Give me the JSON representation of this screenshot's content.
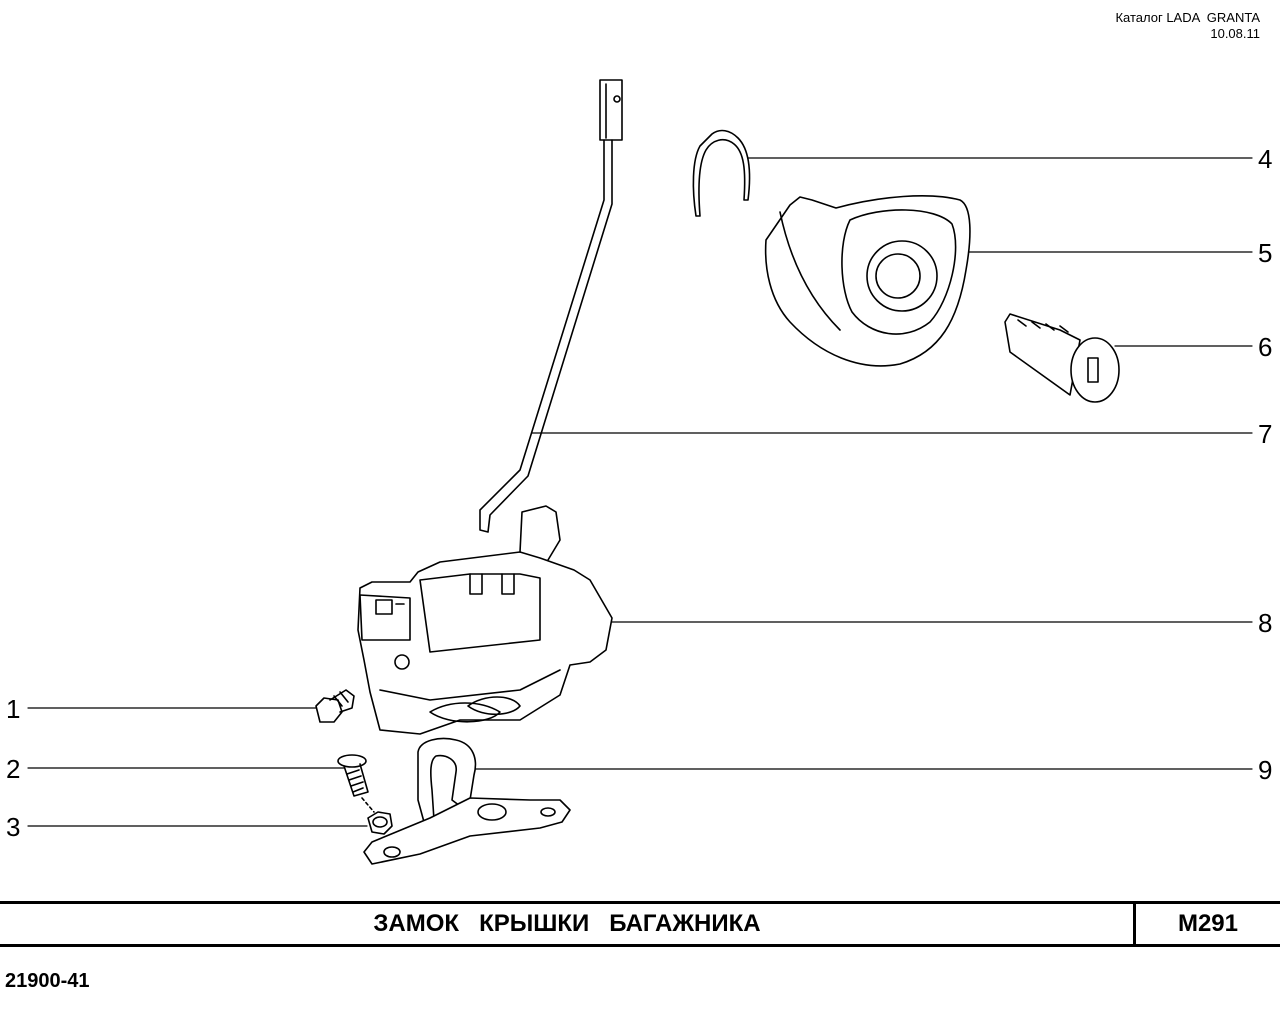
{
  "header": {
    "catalog": "Каталог LADA  GRANTA",
    "date": "10.08.11"
  },
  "callouts": [
    "1",
    "2",
    "3",
    "4",
    "5",
    "6",
    "7",
    "8",
    "9"
  ],
  "title_block": {
    "title": "ЗАМОК   КРЫШКИ   БАГАЖНИКА",
    "code": "M291"
  },
  "footer": {
    "catalog_number": "21900-41"
  }
}
